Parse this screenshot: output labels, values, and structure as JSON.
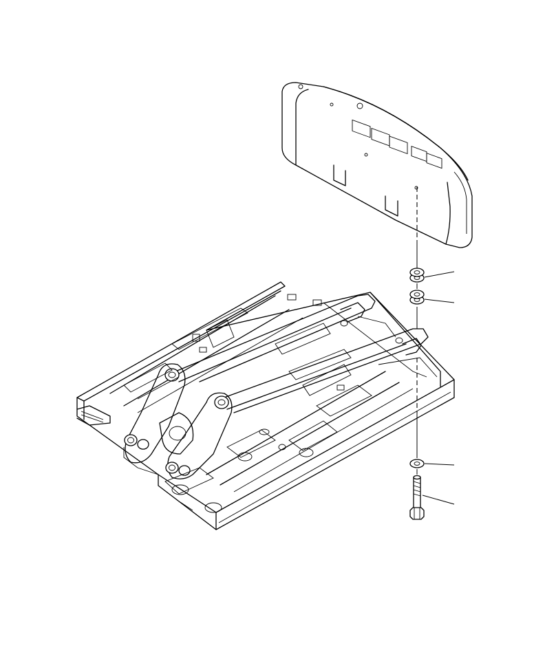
{
  "diagram": {
    "parts": [
      {
        "id": "counterweight"
      },
      {
        "id": "washer-upper-1"
      },
      {
        "id": "washer-upper-2"
      },
      {
        "id": "washer-lower"
      },
      {
        "id": "bolt"
      },
      {
        "id": "frame"
      }
    ]
  }
}
